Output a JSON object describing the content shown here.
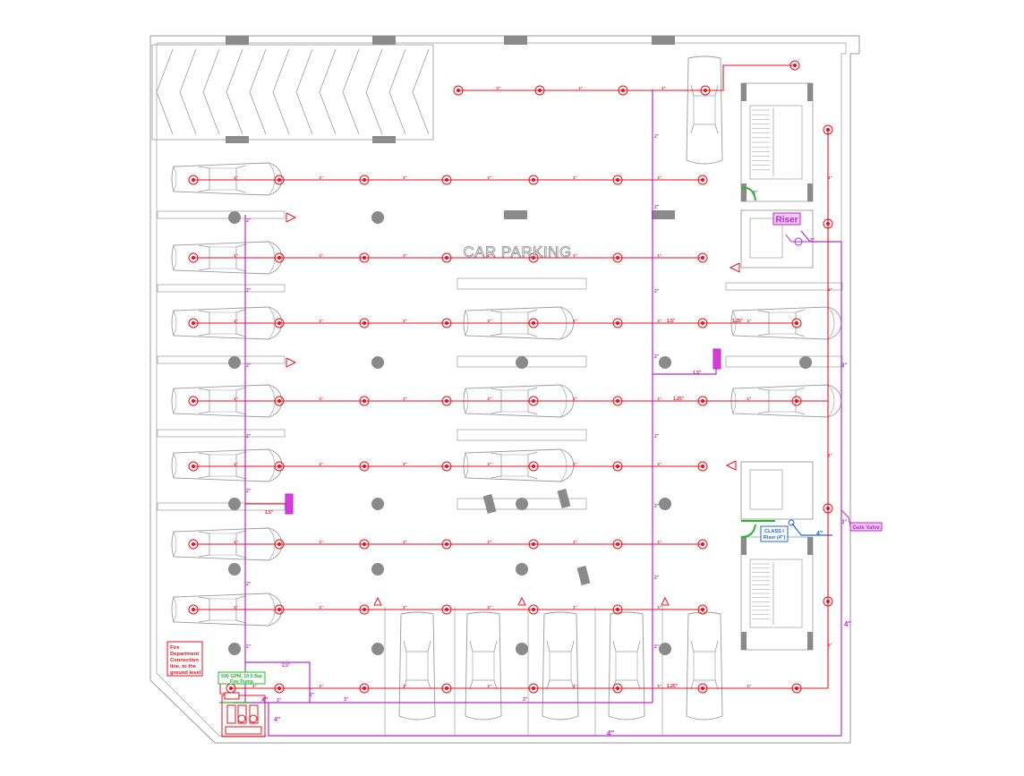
{
  "title": "CAR PARKING",
  "colors": {
    "outline": "#9a9a9a",
    "sprinkler": "#e8101a",
    "riser": "#b42bd6",
    "class_riser": "#1e66d8",
    "pump_label": "#22b82a",
    "column": "#8a8a8a"
  },
  "labels": {
    "riser": "Riser",
    "class_riser_line1": "CLASS I",
    "class_riser_line2": "Riser (4\")",
    "gate_valve": "Gate Valve",
    "fdc_line1": "Fire",
    "fdc_line2": "Department",
    "fdc_line3": "Connection",
    "fdc_line4": "line, to the",
    "fdc_line5": "ground level",
    "pump_line1": "500 GPM, 10.5 Bar",
    "pump_line2": "Fire Pump",
    "pipe_1in": "1\"",
    "pipe_125": "1.25\"",
    "pipe_15": "1.5\"",
    "pipe_2in": "2\"",
    "pipe_25": "2.5\"",
    "pipe_3in": "3\"",
    "pipe_4in": "4\""
  }
}
